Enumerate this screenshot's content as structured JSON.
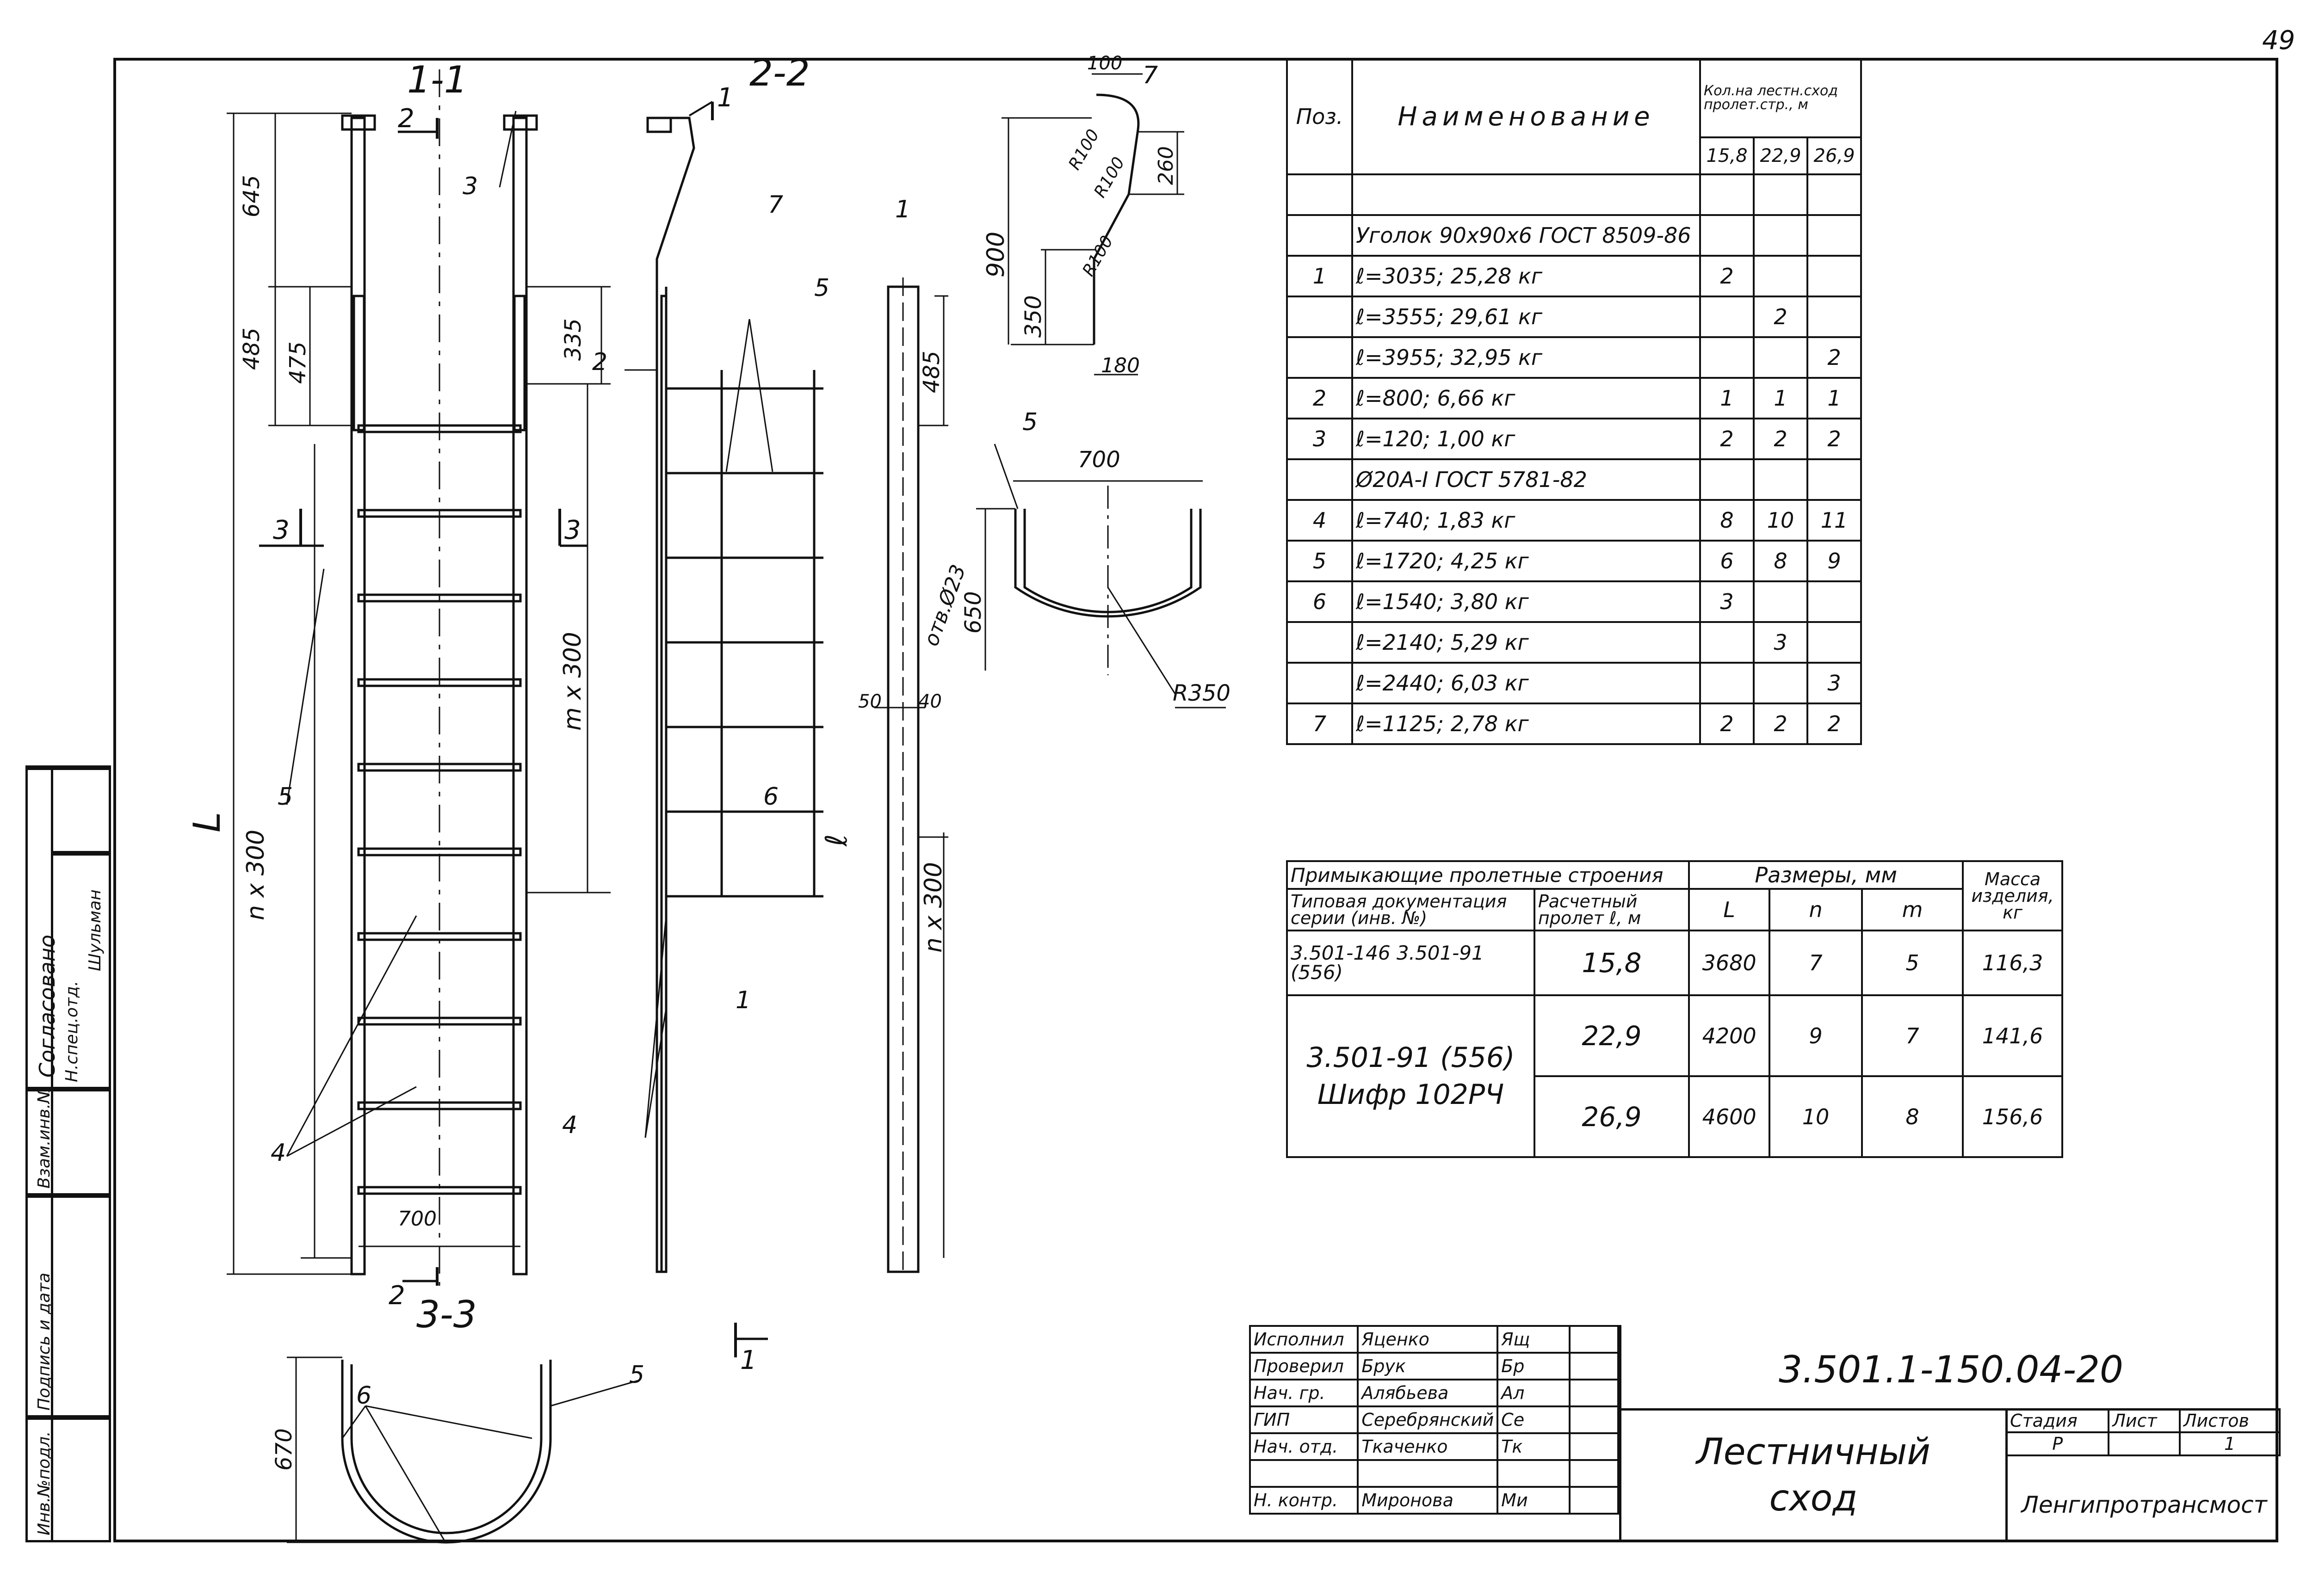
{
  "page_number": "49",
  "left_strip": {
    "agreed": "Согласовано",
    "dept_head": "Н.спец.отд.",
    "dept_head_name": "Шульман",
    "ref_no": "Взам.инв.№",
    "sign_date": "Подпись и дата",
    "inv_orig": "Инв.№подл."
  },
  "drawing": {
    "sections": [
      "1-1",
      "2-2",
      "3-3"
    ],
    "cut_marks": [
      "2",
      "2",
      "3",
      "3",
      "1",
      "1"
    ],
    "callouts": [
      "1",
      "2",
      "3",
      "4",
      "5",
      "6",
      "7"
    ],
    "dims": {
      "d645": "645",
      "d485": "485",
      "d475": "475",
      "d335": "335",
      "m300": "m x 300",
      "n300": "n x 300",
      "L": "L",
      "l": "ℓ",
      "d700": "700",
      "d670": "670",
      "d650": "650",
      "r350": "R350",
      "d900": "900",
      "d350": "350",
      "d260": "260",
      "d100": "100",
      "d180": "180",
      "r100": "R100",
      "d50": "50",
      "d40": "40",
      "hole": "отв.Ø23"
    }
  },
  "spec_table": {
    "h_pos": "Поз.",
    "h_name": "Наименование",
    "h_qty": "Кол.на лестн.сход пролет.стр., м",
    "spans": [
      "15,8",
      "22,9",
      "26,9"
    ],
    "rows": [
      {
        "pos": "",
        "name": "",
        "q": [
          "",
          "",
          ""
        ]
      },
      {
        "pos": "",
        "name": "Уголок 90x90x6 ГОСТ 8509-86",
        "q": [
          "",
          "",
          ""
        ]
      },
      {
        "pos": "1",
        "name": "ℓ=3035; 25,28 кг",
        "q": [
          "2",
          "",
          ""
        ]
      },
      {
        "pos": "",
        "name": "ℓ=3555; 29,61 кг",
        "q": [
          "",
          "2",
          ""
        ]
      },
      {
        "pos": "",
        "name": "ℓ=3955; 32,95 кг",
        "q": [
          "",
          "",
          "2"
        ]
      },
      {
        "pos": "2",
        "name": "ℓ=800; 6,66 кг",
        "q": [
          "1",
          "1",
          "1"
        ]
      },
      {
        "pos": "3",
        "name": "ℓ=120; 1,00 кг",
        "q": [
          "2",
          "2",
          "2"
        ]
      },
      {
        "pos": "",
        "name": "Ø20A-I ГОСТ 5781-82",
        "q": [
          "",
          "",
          ""
        ]
      },
      {
        "pos": "4",
        "name": "ℓ=740; 1,83 кг",
        "q": [
          "8",
          "10",
          "11"
        ]
      },
      {
        "pos": "5",
        "name": "ℓ=1720; 4,25 кг",
        "q": [
          "6",
          "8",
          "9"
        ]
      },
      {
        "pos": "6",
        "name": "ℓ=1540; 3,80 кг",
        "q": [
          "3",
          "",
          ""
        ]
      },
      {
        "pos": "",
        "name": "ℓ=2140; 5,29 кг",
        "q": [
          "",
          "3",
          ""
        ]
      },
      {
        "pos": "",
        "name": "ℓ=2440; 6,03 кг",
        "q": [
          "",
          "",
          "3"
        ]
      },
      {
        "pos": "7",
        "name": "ℓ=1125; 2,78 кг",
        "q": [
          "2",
          "2",
          "2"
        ]
      }
    ]
  },
  "sizes_table": {
    "h_struct": "Примыкающие пролетные строения",
    "h_sizes": "Размеры, мм",
    "h_mass": "Масса изделия, кг",
    "h_doc": "Типовая документация серии (инв. №)",
    "h_span": "Расчетный пролет ℓ, м",
    "h_L": "L",
    "h_n": "n",
    "h_m": "m",
    "doc1": "3.501-146 3.501-91 (556)",
    "doc2a": "3.501-91 (556)",
    "doc2b": "Шифр 102РЧ",
    "rows": [
      {
        "span": "15,8",
        "L": "3680",
        "n": "7",
        "m": "5",
        "mass": "116,3"
      },
      {
        "span": "22,9",
        "L": "4200",
        "n": "9",
        "m": "7",
        "mass": "141,6"
      },
      {
        "span": "26,9",
        "L": "4600",
        "n": "10",
        "m": "8",
        "mass": "156,6"
      }
    ]
  },
  "title_block": {
    "code": "3.501.1-150.04-20",
    "title_line1": "Лестничный",
    "title_line2": "сход",
    "org": "Ленгипротрансмост",
    "h_stage": "Стадия",
    "h_sheet": "Лист",
    "h_sheets": "Листов",
    "stage": "Р",
    "sheet": "",
    "sheets": "1",
    "staff": [
      {
        "role": "Исполнил",
        "name": "Яценко",
        "sign": "Ящ"
      },
      {
        "role": "Проверил",
        "name": "Брук",
        "sign": "Бр"
      },
      {
        "role": "Нач. гр.",
        "name": "Алябьева",
        "sign": "Ал"
      },
      {
        "role": "ГИП",
        "name": "Серебрянский",
        "sign": "Се"
      },
      {
        "role": "Нач. отд.",
        "name": "Ткаченко",
        "sign": "Тк"
      },
      {
        "role": "",
        "name": "",
        "sign": ""
      },
      {
        "role": "Н. контр.",
        "name": "Миронова",
        "sign": "Ми"
      }
    ]
  }
}
